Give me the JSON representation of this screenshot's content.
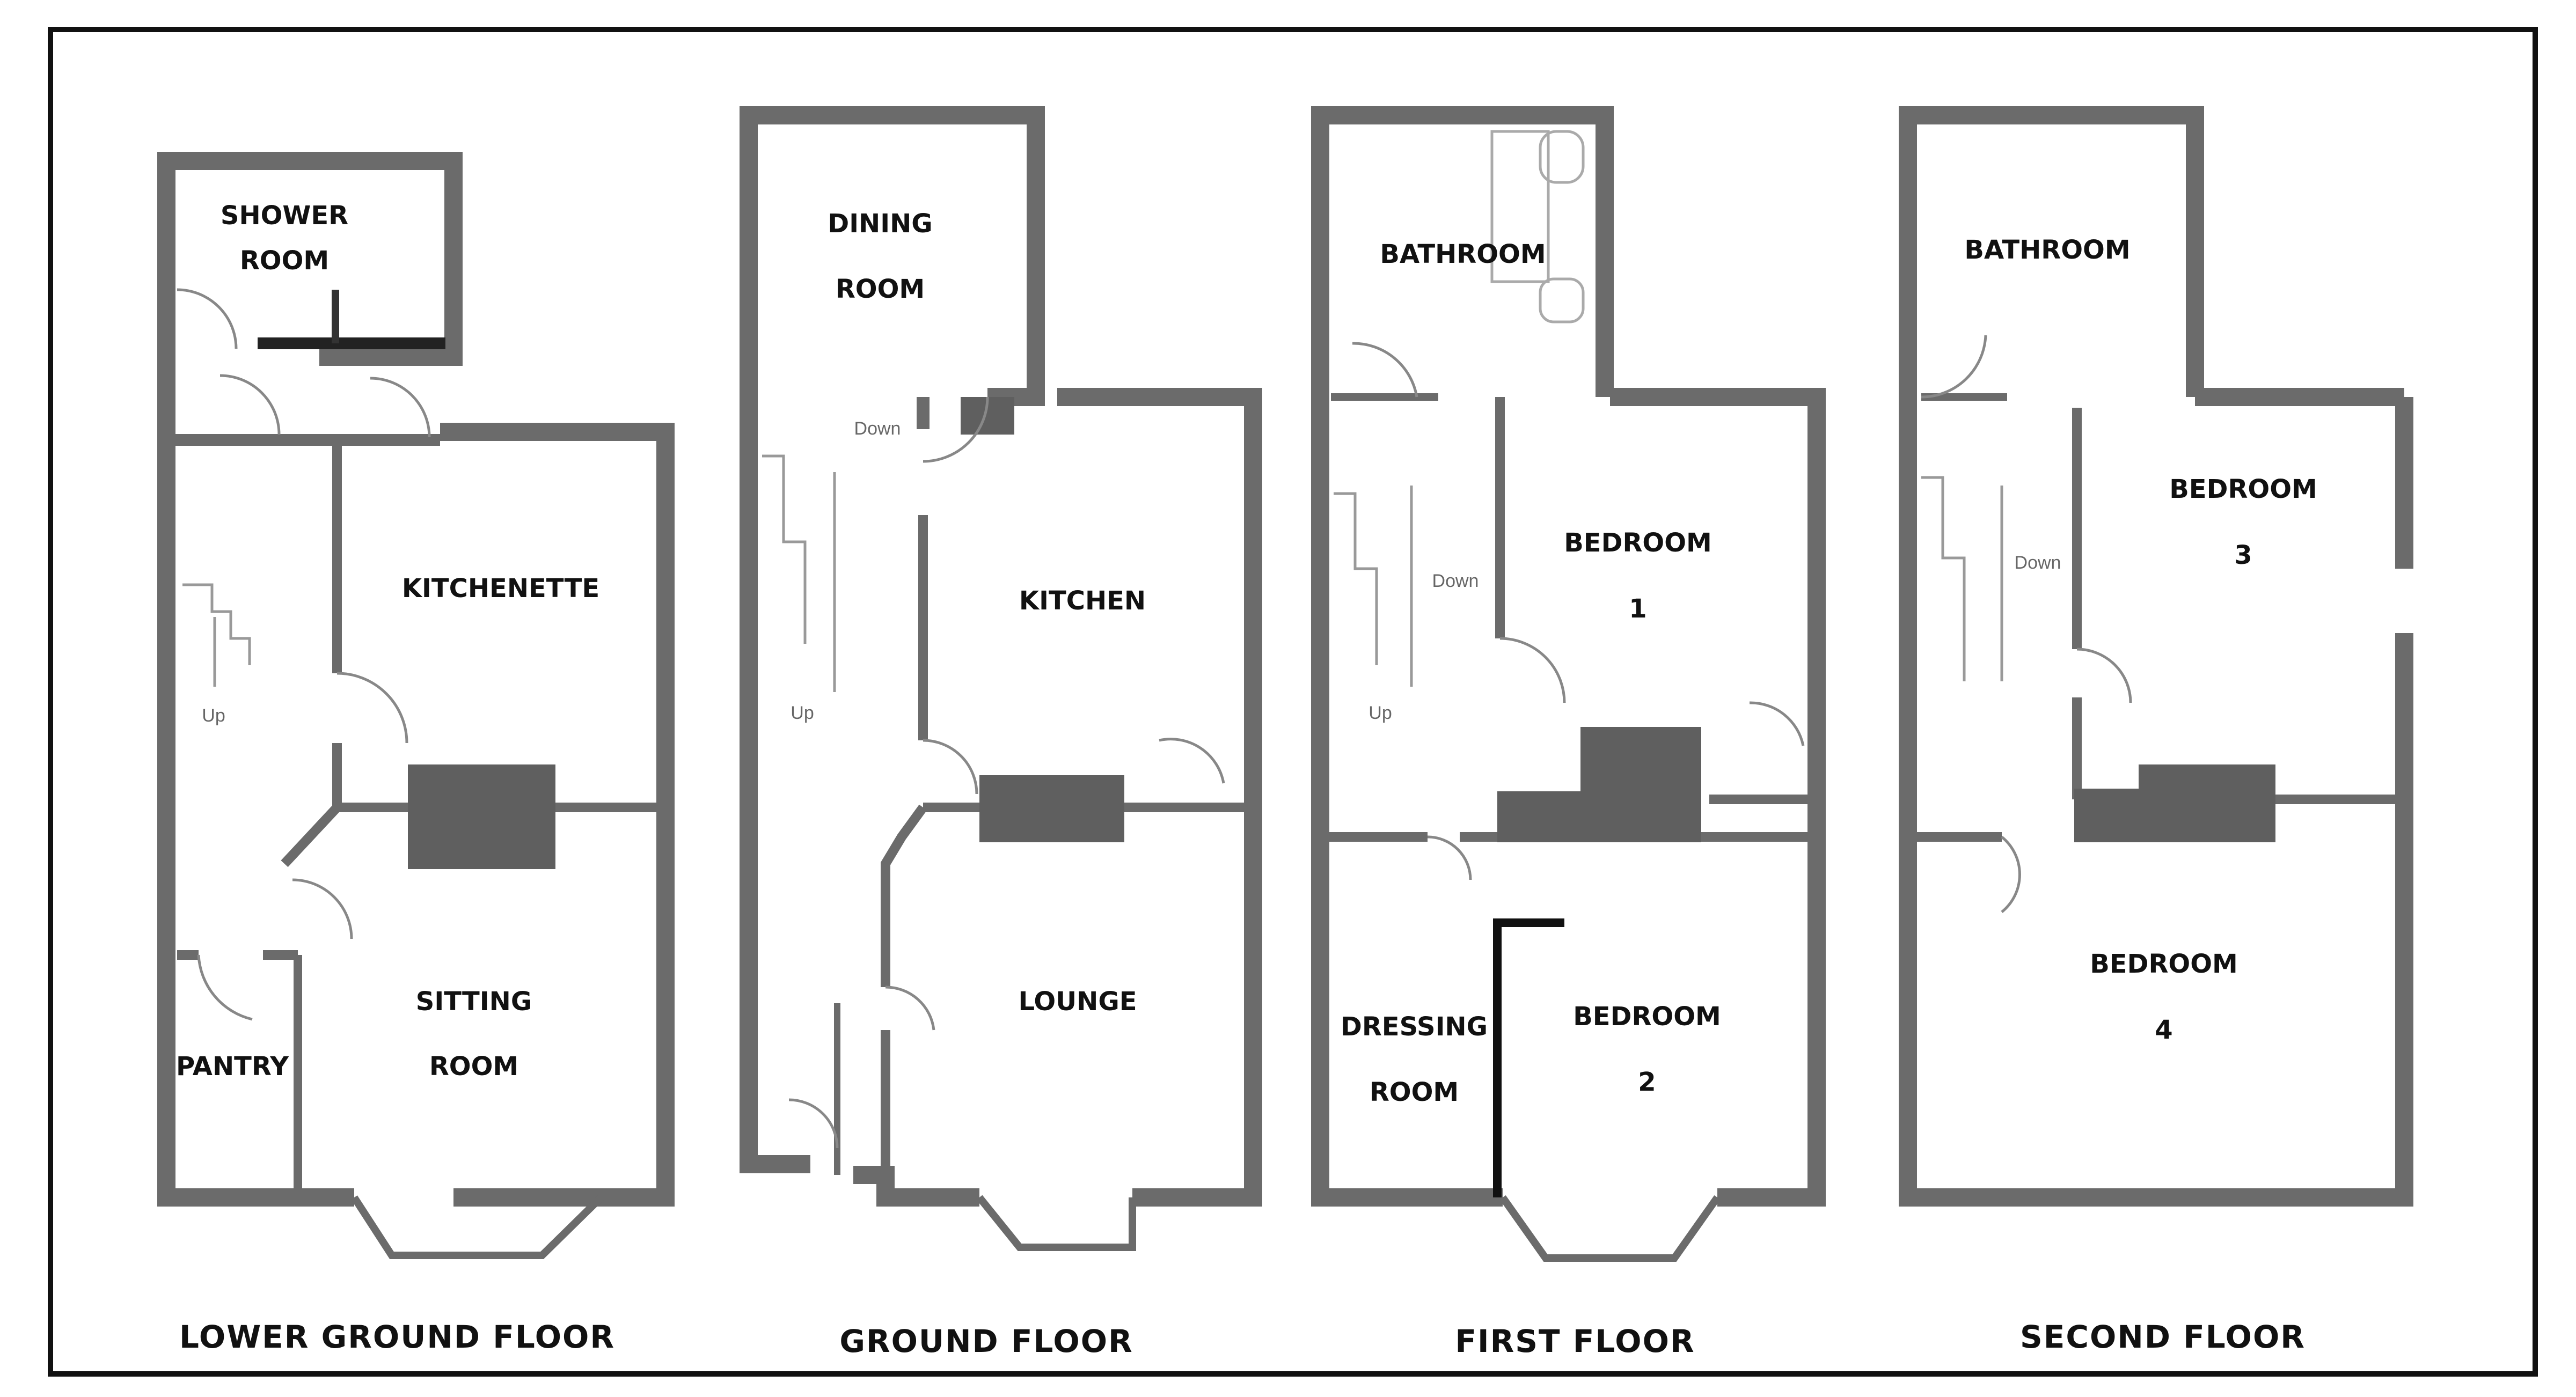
{
  "floors": [
    {
      "title": "LOWER GROUND FLOOR",
      "rooms": [
        "SHOWER",
        "ROOM",
        "KITCHENETTE",
        "SITTING",
        "ROOM",
        "PANTRY"
      ],
      "stair_labels": [
        "Up"
      ]
    },
    {
      "title": "GROUND FLOOR",
      "rooms": [
        "DINING",
        "ROOM",
        "KITCHEN",
        "LOUNGE"
      ],
      "stair_labels": [
        "Down",
        "Up"
      ]
    },
    {
      "title": "FIRST FLOOR",
      "rooms": [
        "BATHROOM",
        "BEDROOM",
        "1",
        "DRESSING",
        "ROOM",
        "BEDROOM",
        "2"
      ],
      "stair_labels": [
        "Down",
        "Up"
      ]
    },
    {
      "title": "SECOND FLOOR",
      "rooms": [
        "BATHROOM",
        "BEDROOM",
        "3",
        "BEDROOM",
        "4"
      ],
      "stair_labels": [
        "Down"
      ]
    }
  ],
  "colors": {
    "wall": "#6b6b6b",
    "chimney": "#5f5f5f",
    "frame": "#111111",
    "background": "#ffffff"
  }
}
